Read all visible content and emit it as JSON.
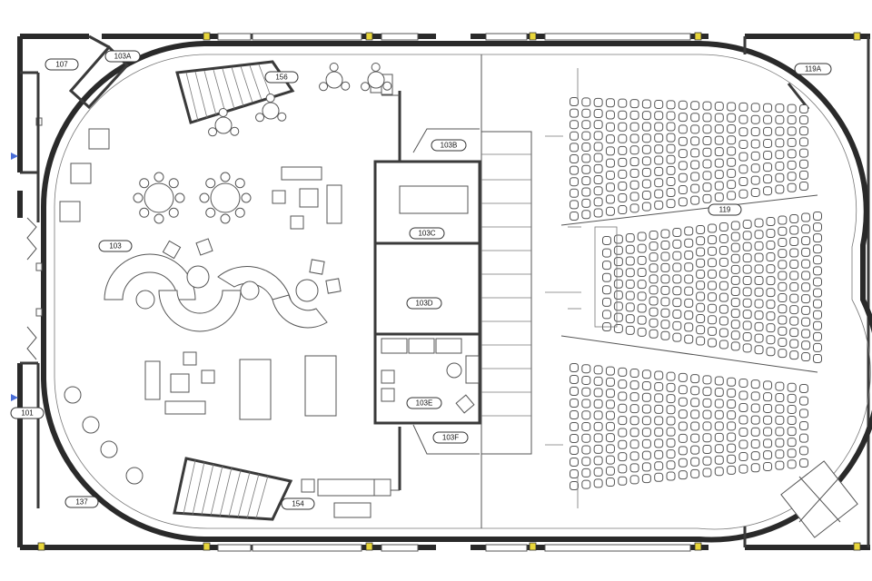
{
  "rooms": [
    {
      "id": "r107",
      "label": "107"
    },
    {
      "id": "r103a",
      "label": "103A"
    },
    {
      "id": "r156",
      "label": "156"
    },
    {
      "id": "r103",
      "label": "103"
    },
    {
      "id": "r103b",
      "label": "103B"
    },
    {
      "id": "r103c",
      "label": "103C"
    },
    {
      "id": "r103d",
      "label": "103D"
    },
    {
      "id": "r103e",
      "label": "103E"
    },
    {
      "id": "r103f",
      "label": "103F"
    },
    {
      "id": "r119",
      "label": "119"
    },
    {
      "id": "r119a",
      "label": "119A"
    },
    {
      "id": "r101",
      "label": "101"
    },
    {
      "id": "r137",
      "label": "137"
    },
    {
      "id": "r154",
      "label": "154"
    }
  ]
}
